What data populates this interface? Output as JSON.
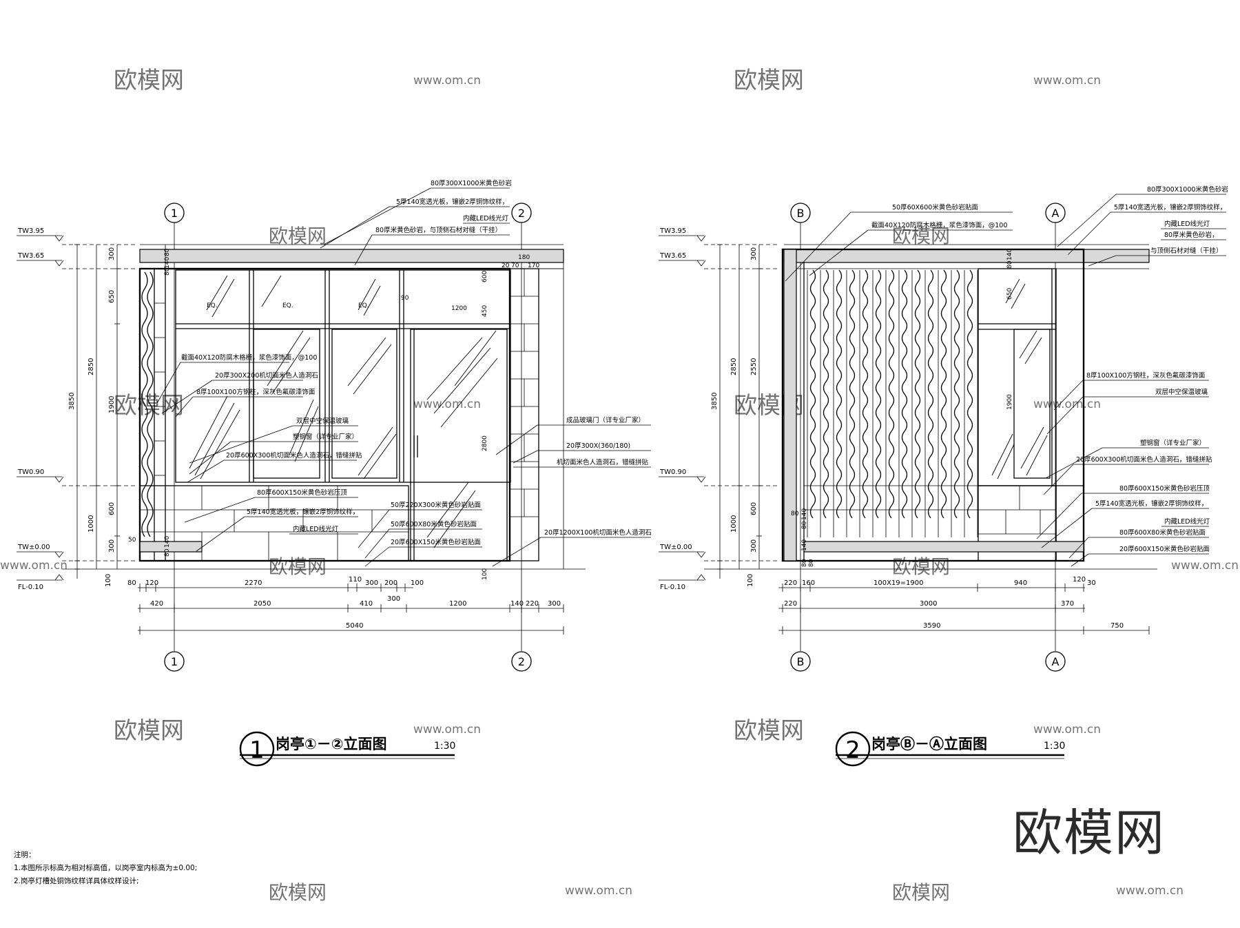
{
  "watermarks": [
    "欧模网",
    "www.om.cn"
  ],
  "brand": "欧模网",
  "elevation1": {
    "title": "岗亭①－②立面图",
    "scale": "1:30",
    "number": "1",
    "grid_left": "1",
    "grid_right": "2",
    "levels": [
      "TW3.95",
      "TW3.65",
      "TW0.90",
      "TW±0.00",
      "FL-0.10"
    ],
    "vdims_outer": [
      "3850",
      "100"
    ],
    "vdims_mid": [
      "2850",
      "1000"
    ],
    "vdims_inner": [
      "300",
      "650",
      "1900",
      "600",
      "300"
    ],
    "small_dims": [
      "80",
      "140",
      "80",
      "140",
      "80",
      "50",
      "20",
      "70",
      "180",
      "170",
      "600",
      "450",
      "90",
      "1200",
      "2800",
      "100",
      "EQ.",
      "EQ.",
      "EQ."
    ],
    "hdim_row1": [
      "80",
      "120",
      "2270",
      "110",
      "300",
      "200",
      "100"
    ],
    "hdim_row2": [
      "420",
      "2050",
      "410",
      "300",
      "1200",
      "140",
      "220",
      "300"
    ],
    "hdim_total": "5040",
    "labels_top": [
      "80厚300X1000米黄色砂岩",
      "5厚140宽透光板，镶嵌2厚铜饰纹样，",
      "内藏LED线光灯",
      "80厚米黄色砂岩，与顶侧石材对缝（干挂）"
    ],
    "labels_left": [
      "截面40X120防腐木格栅，浆色漆饰面，@100",
      "20厚300X200机切面米色人造洞石",
      "8厚100X100方钢柱，深灰色氟碳漆饰面",
      "双层中空保温玻璃",
      "塑钢窗（详专业厂家）",
      "20厚600X300机切面米色人造洞石，错缝拼贴",
      "80厚600X150米黄色砂岩压顶",
      "5厚140宽透光板，镶嵌2厚铜饰纹样，",
      "内藏LED线光灯",
      "50厚220X300米黄色砂岩贴面",
      "50厚600X80米黄色砂岩贴面",
      "20厚600X150米黄色砂岩贴面"
    ],
    "labels_right": [
      "成品玻璃门（详专业厂家）",
      "20厚300X(360/180)",
      "机切面米色人造洞石，错缝拼贴",
      "20厚1200X100机切面米色人造洞石"
    ]
  },
  "elevation2": {
    "title": "岗亭Ⓑ－Ⓐ立面图",
    "scale": "1:30",
    "number": "2",
    "grid_left": "B",
    "grid_right": "A",
    "levels": [
      "TW3.95",
      "TW3.65",
      "TW0.90",
      "TW±0.00",
      "FL-0.10"
    ],
    "vdims_outer": [
      "3850",
      "100"
    ],
    "vdims_mid": [
      "2850",
      "1000"
    ],
    "vdims_inner": [
      "300",
      "2550",
      "600",
      "300"
    ],
    "small_dims": [
      "140",
      "80",
      "140",
      "80",
      "80",
      "140",
      "80",
      "650",
      "1900",
      "80"
    ],
    "hdim_row1": [
      "220",
      "160",
      "100X19=1900",
      "940",
      "120",
      "30"
    ],
    "hdim_row2": [
      "220",
      "3000",
      "370"
    ],
    "hdim_total_a": "3590",
    "hdim_total_b": "750",
    "labels_top": [
      "50厚60X600米黄色砂岩贴面",
      "截面40X120防腐木格栅，浆色漆饰面，@100",
      "80厚300X1000米黄色砂岩",
      "5厚140宽透光板，镶嵌2厚铜饰纹样，",
      "内藏LED线光灯",
      "80厚米黄色砂岩，",
      "与顶侧石材对缝（干挂）"
    ],
    "labels_right": [
      "8厚100X100方钢柱，深灰色氟碳漆饰面",
      "双层中空保温玻璃",
      "塑钢窗（详专业厂家）",
      "20厚600X300机切面米色人造洞石，错缝拼贴",
      "80厚600X150米黄色砂岩压顶",
      "5厚140宽透光板，镶嵌2厚铜饰纹样，",
      "内藏LED线光灯",
      "80厚600X80米黄色砂岩贴面",
      "20厚600X150米黄色砂岩贴面"
    ]
  },
  "notes": {
    "heading": "注明：",
    "items": [
      "1.本图所示标高为相对标高值，以岗亭室内标高为±0.00;",
      "2.岗亭灯槽处铜饰纹样详具体纹样设计;"
    ]
  }
}
